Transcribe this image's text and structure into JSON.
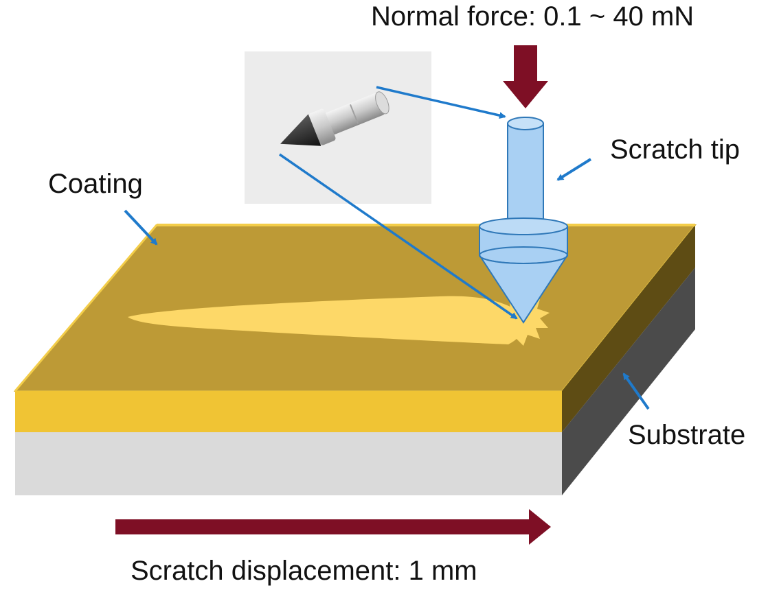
{
  "labels": {
    "normal_force": "Normal force: 0.1 ~ 40 mN",
    "scratch_tip": "Scratch tip",
    "coating": "Coating",
    "substrate": "Substrate",
    "scratch_displacement": "Scratch displacement: 1 mm"
  },
  "colors": {
    "coating_top": "#bd9a36",
    "coating_edge": "#f0c434",
    "coating_dark": "#5e4c14",
    "substrate_front": "#dadada",
    "substrate_side": "#4b4b4b",
    "scratch_groove": "#fdd868",
    "tip_fill": "#a9d0f3",
    "tip_stroke": "#2f78b8",
    "pointer_arrow": "#1f7acb",
    "force_arrow": "#7e0f25",
    "photo_bg": "#ececec"
  }
}
